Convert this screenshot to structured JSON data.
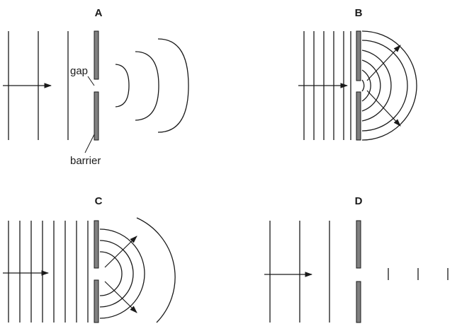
{
  "panels": [
    {
      "id": "A",
      "label": "A"
    },
    {
      "id": "B",
      "label": "B"
    },
    {
      "id": "C",
      "label": "C"
    },
    {
      "id": "D",
      "label": "D"
    }
  ],
  "annotations": {
    "gap": "gap",
    "barrier": "barrier"
  },
  "colors": {
    "ink": "#1a1a1a",
    "barrier_fill": "#808080",
    "background": "#ffffff"
  }
}
